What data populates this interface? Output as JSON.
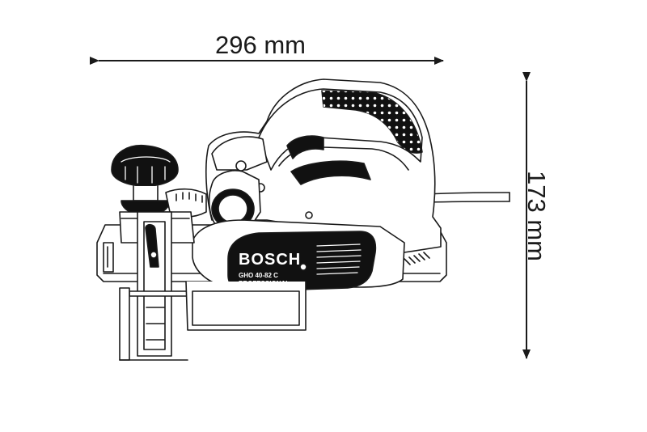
{
  "dimensions": {
    "width_label": "296 mm",
    "height_label": "173 mm"
  },
  "product": {
    "brand": "BOSCH",
    "model": "GHO 40-82 C",
    "line": "PROFESSIONAL"
  },
  "colors": {
    "line": "#1a1a1a",
    "body": "#ffffff",
    "dark": "#111111",
    "grip_dot": "#ffffff"
  }
}
